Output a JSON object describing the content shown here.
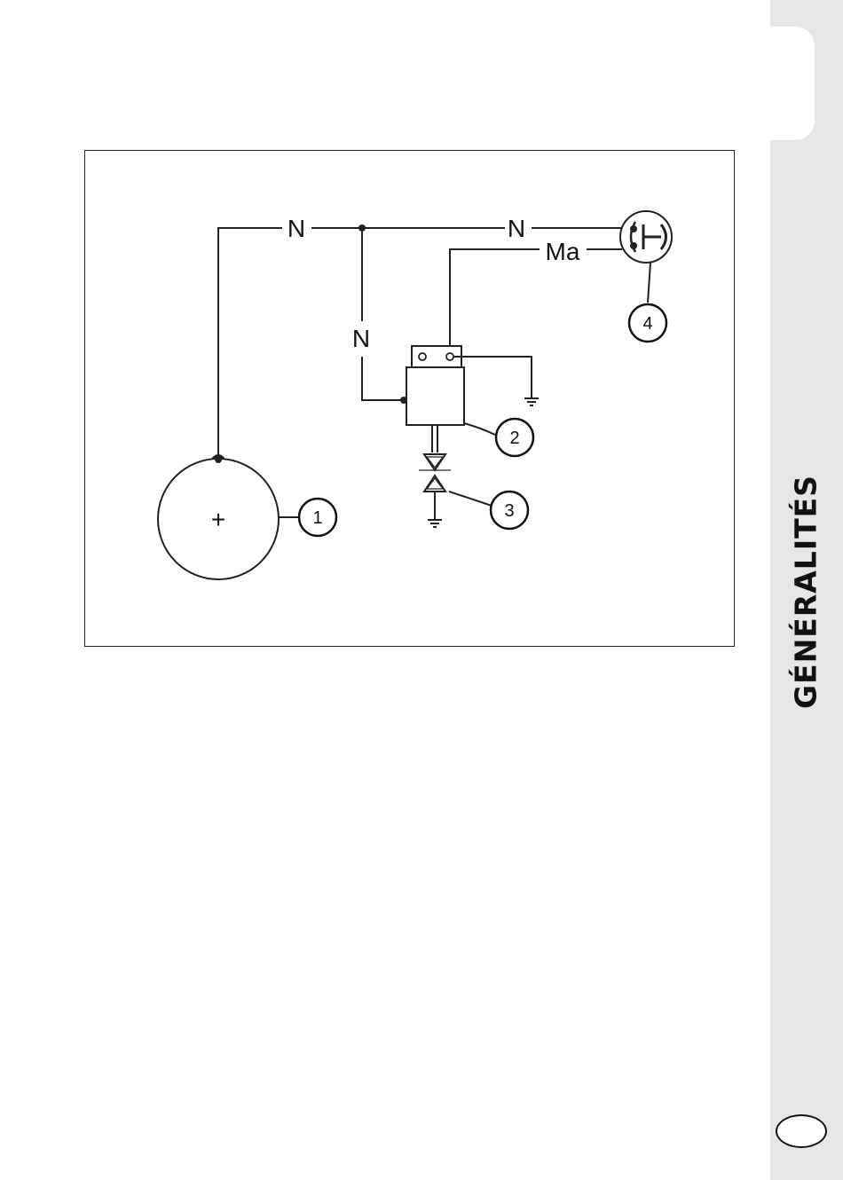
{
  "sidebar": {
    "title": "GÉNÉRALITÉS"
  },
  "diagram": {
    "wire_labels": {
      "n_top_left": "N",
      "n_top_right": "N",
      "n_vertical": "N",
      "ma": "Ma"
    },
    "battery_symbol": "+",
    "callouts": [
      "1",
      "2",
      "3",
      "4"
    ]
  }
}
